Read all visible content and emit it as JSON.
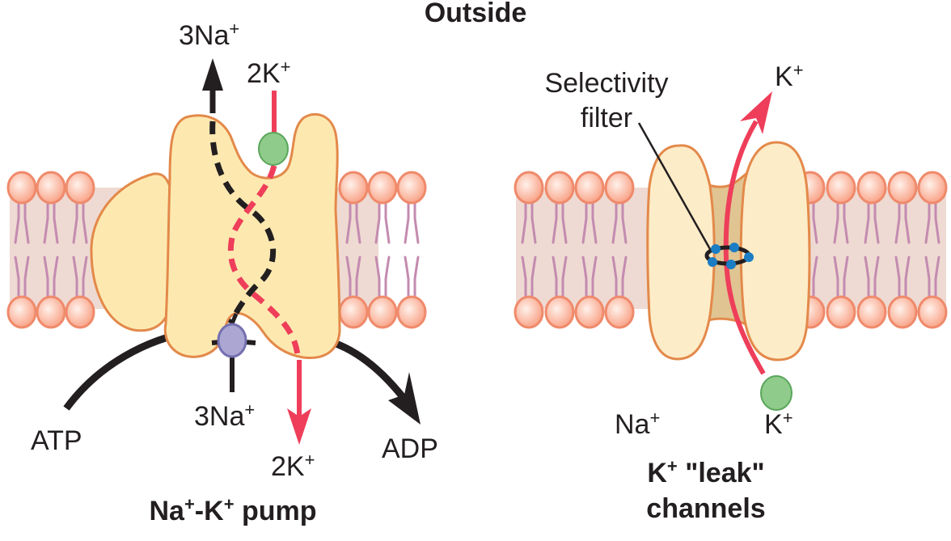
{
  "title": "Outside",
  "colors": {
    "membrane": "#eedad2",
    "lipid_head_fill": "#f9a58a",
    "lipid_head_stroke": "#ef8a6b",
    "lipid_tail": "#c48bb0",
    "protein_fill": "#fde9b0",
    "protein_stroke": "#e3894a",
    "channel_fill": "#fdecc8",
    "pore_fill": "#e0c592",
    "sodium_path": "#231f20",
    "potassium_path": "#ee3e5a",
    "potassium_ion": "#8fcb8b",
    "potassium_ion_stroke": "#5aa65b",
    "sodium_site": "#aba7d2",
    "sodium_site_stroke": "#7470b0",
    "filter_dots": "#1b7dc4"
  },
  "pump": {
    "caption": {
      "main1": "Na",
      "sup1": "+",
      "dash": "-K",
      "sup2": "+",
      "rest": " pump"
    },
    "top_sodium": {
      "num": "3Na",
      "sup": "+"
    },
    "top_potassium": {
      "num": "2K",
      "sup": "+"
    },
    "bottom_sodium": {
      "num": "3Na",
      "sup": "+"
    },
    "bottom_potassium": {
      "num": "2K",
      "sup": "+"
    },
    "atp_label": "ATP",
    "adp_label": "ADP"
  },
  "channel": {
    "caption_line1": {
      "k": "K",
      "sup": "+",
      "rest": " \"leak\""
    },
    "caption_line2": "channels",
    "selectivity_line1": "Selectivity",
    "selectivity_line2": "filter",
    "top_potassium": {
      "num": "K",
      "sup": "+"
    },
    "bottom_sodium": {
      "num": "Na",
      "sup": "+"
    },
    "bottom_potassium": {
      "num": "K",
      "sup": "+"
    }
  }
}
